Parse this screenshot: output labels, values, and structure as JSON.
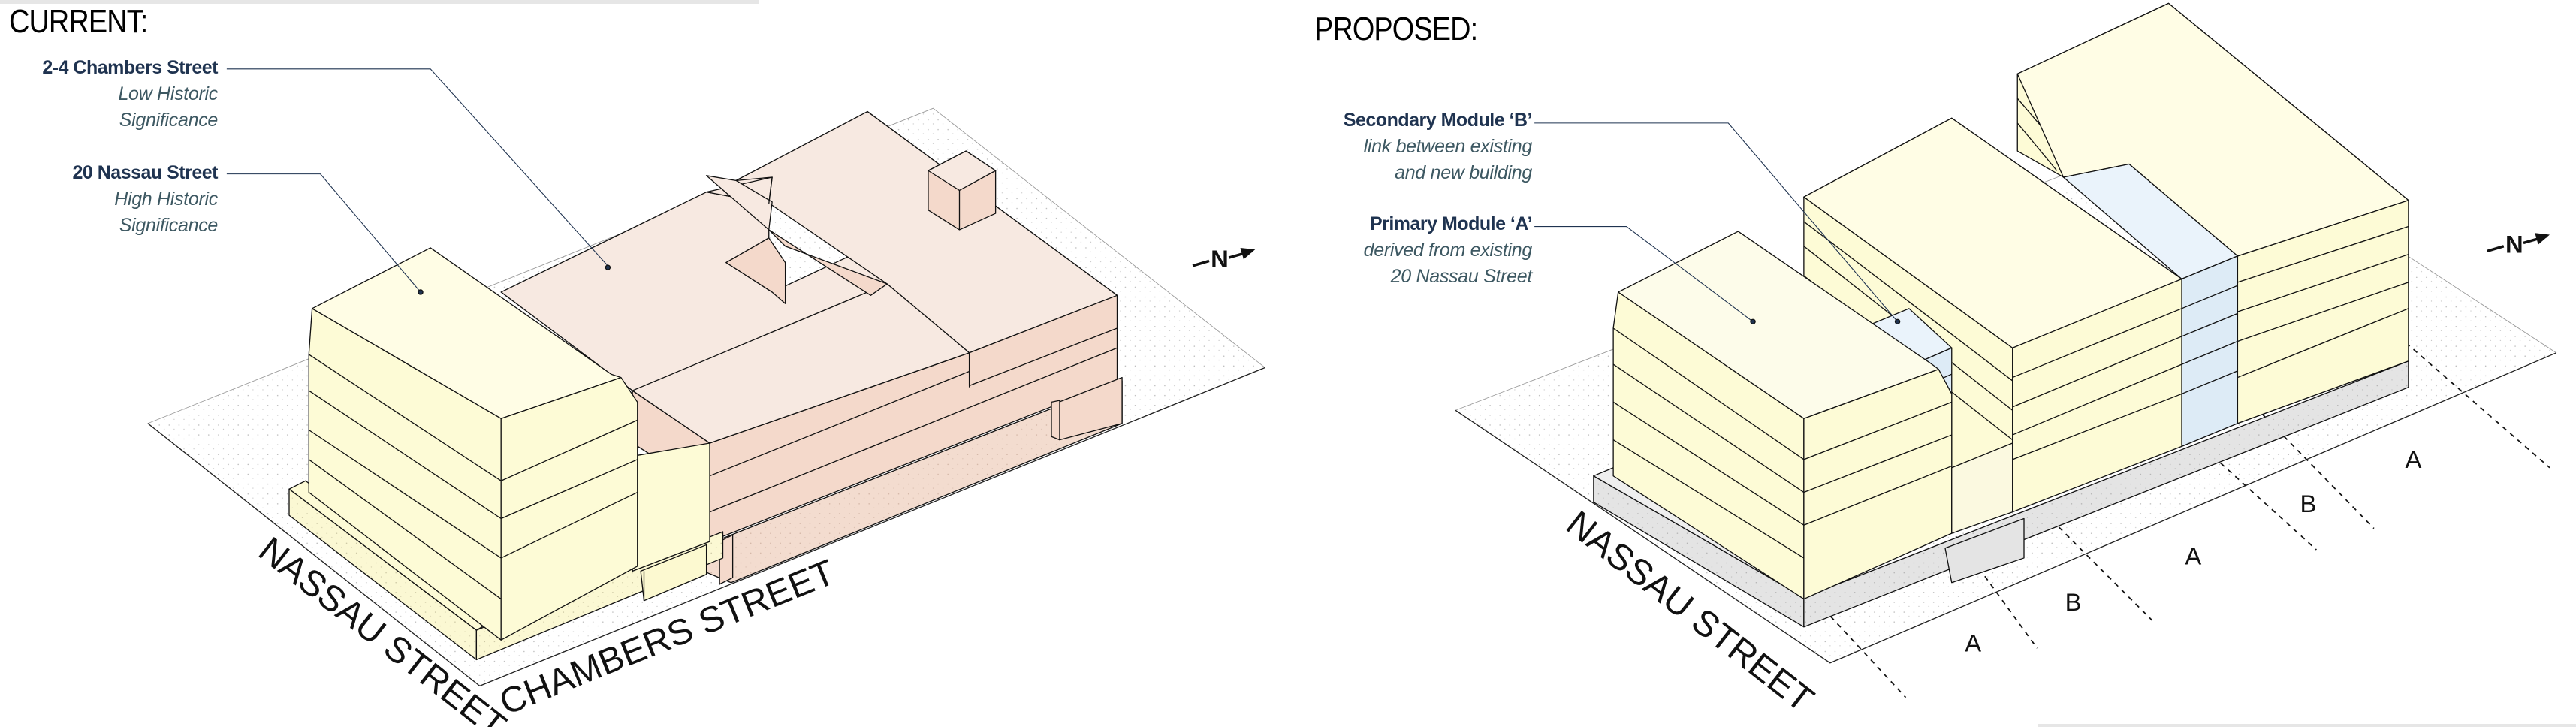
{
  "current": {
    "title": "CURRENT:",
    "labels": [
      {
        "name": "2-4 Chambers Street",
        "line1": "Low Historic",
        "line2": "Significance"
      },
      {
        "name": "20 Nassau Street",
        "line1": "High Historic",
        "line2": "Significance"
      }
    ],
    "streets": {
      "nassau": "NASSAU STREET",
      "chambers": "CHAMBERS STREET"
    },
    "north": "N",
    "colors": {
      "historic_high": "#fdfbd6",
      "historic_low": "#f5e3d8"
    }
  },
  "proposed": {
    "title": "PROPOSED:",
    "labels": [
      {
        "name": "Secondary Module ‘B’",
        "line1": "link between  existing",
        "line2": "and new building"
      },
      {
        "name": "Primary Module ‘A’",
        "line1": "derived from existing",
        "line2": "20 Nassau Street"
      }
    ],
    "streets": {
      "nassau": "NASSAU STREET"
    },
    "north": "N",
    "modules": [
      "A",
      "B",
      "A",
      "B",
      "A"
    ],
    "colors": {
      "module_a": "#fdfbd6",
      "module_b": "#e2eef8",
      "plinth": "#e6e6e6"
    }
  }
}
